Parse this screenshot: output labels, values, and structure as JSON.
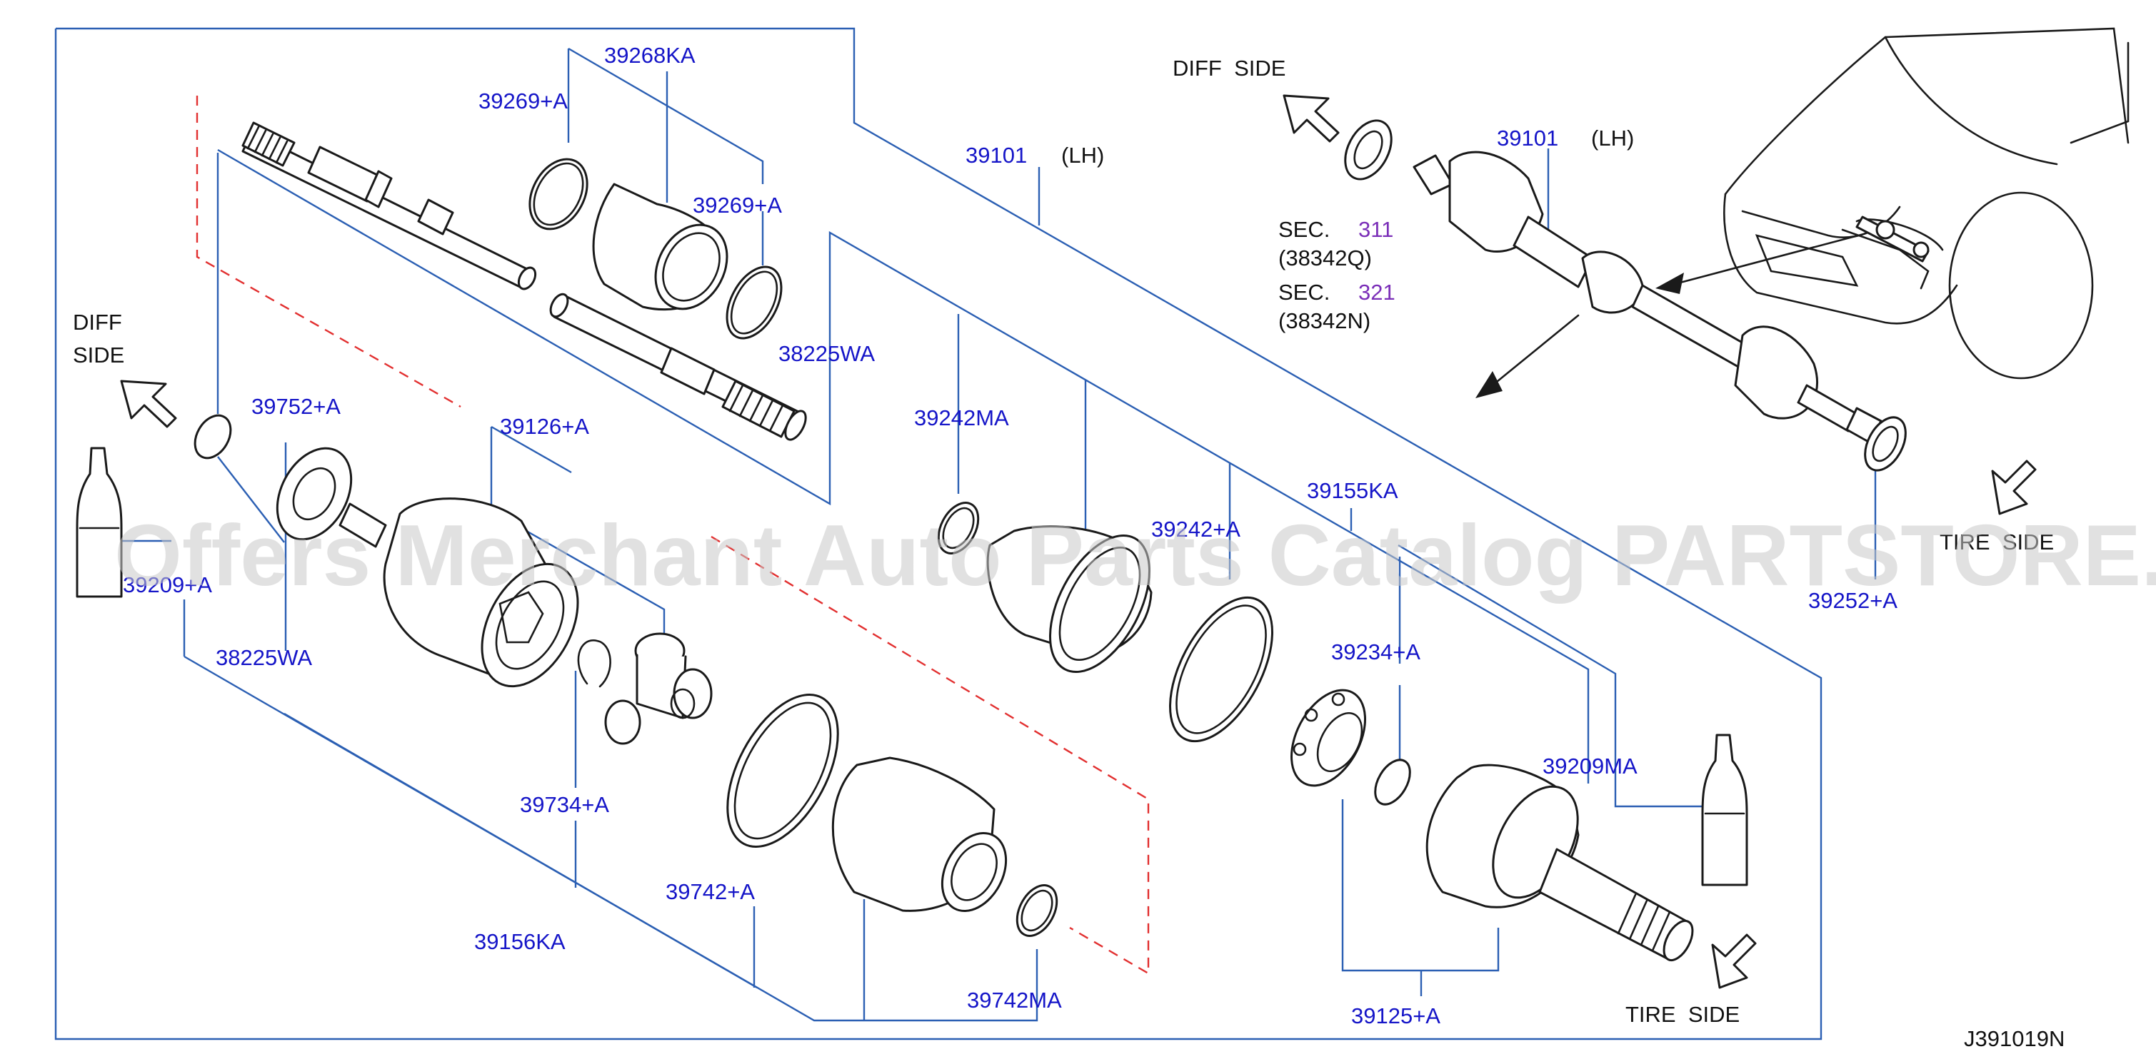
{
  "diagram_id": "J391019N",
  "watermark": "Offers Merchant Auto Parts Catalog PARTSTORE.SA",
  "colors": {
    "part_number": "#1515c8",
    "section_ref": "#7b2fb8",
    "leader_line": "#2b5fb3",
    "dashed_guide": "#e23030",
    "ink": "#1a1a1a"
  },
  "direction_labels": {
    "diff_side_left_1": "DIFF",
    "diff_side_left_2": "SIDE",
    "tire_side_bottom": "TIRE  SIDE",
    "diff_side_top": "DIFF  SIDE",
    "tire_side_right": "TIRE  SIDE"
  },
  "main_assembly": {
    "part": "39101",
    "side": "(LH)"
  },
  "inset_assembly": {
    "part": "39101",
    "side": "(LH)",
    "refs": [
      {
        "prefix": "SEC.",
        "section": "311",
        "code": "(38342Q)"
      },
      {
        "prefix": "SEC.",
        "section": "321",
        "code": "(38342N)"
      }
    ],
    "seal_part": "39252+A"
  },
  "parts": {
    "p39268KA": "39268KA",
    "p39269A_1": "39269+A",
    "p39269A_2": "39269+A",
    "p38225WA_top": "38225WA",
    "p39752A": "39752+A",
    "p39126A": "39126+A",
    "p39242MA": "39242MA",
    "p39242A": "39242+A",
    "p39155KA": "39155KA",
    "p39209A": "39209+A",
    "p38225WA_left": "38225WA",
    "p39234A": "39234+A",
    "p39734A": "39734+A",
    "p39209MA": "39209MA",
    "p39742A": "39742+A",
    "p39156KA": "39156KA",
    "p39742MA": "39742MA",
    "p39125A": "39125+A"
  }
}
